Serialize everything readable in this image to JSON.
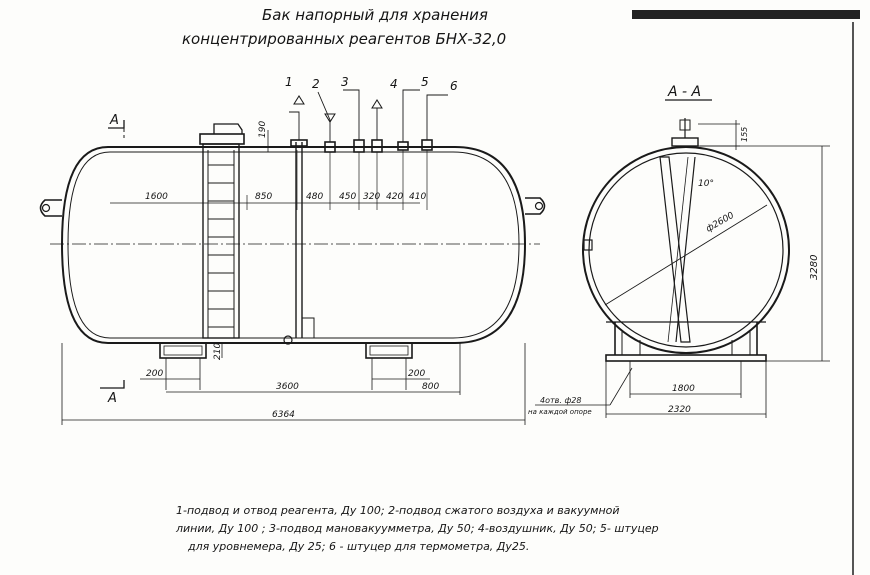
{
  "title": {
    "line1": "Бак напорный для хранения",
    "line2": "концентрированных реагентов БНХ-32,0"
  },
  "section_marks": {
    "left_top": "А",
    "left_bottom": "А",
    "section_title": "А - А"
  },
  "nozzle_numbers": [
    "1",
    "2",
    "3",
    "4",
    "5",
    "6"
  ],
  "front_view": {
    "dims_top": [
      "1600",
      "850",
      "480",
      "450",
      "320",
      "420",
      "410"
    ],
    "dim_190": "190",
    "dim_210": "210",
    "dims_bottom": [
      "200",
      "3600",
      "200",
      "800"
    ],
    "overall_length": "6364"
  },
  "side_view": {
    "dim_155": "155",
    "angle": "10°",
    "diameter": "ф2600",
    "height": "3280",
    "support_span": "1800",
    "base_width": "2320",
    "hole_note_line1": "4отв. ф28",
    "hole_note_line2": "на каждой опоре"
  },
  "legend": {
    "line1": "1-подвод и отвод реагента, Ду 100;  2-подвод сжатого воздуха и вакуумной",
    "line2": "линии, Ду 100 ;  3-подвод мановакуумметра, Ду 50;   4-воздушник, Ду 50;  5- штуцер",
    "line3": "для уровнемера, Ду 25; 6 - штуцер для термометра, Ду25."
  }
}
